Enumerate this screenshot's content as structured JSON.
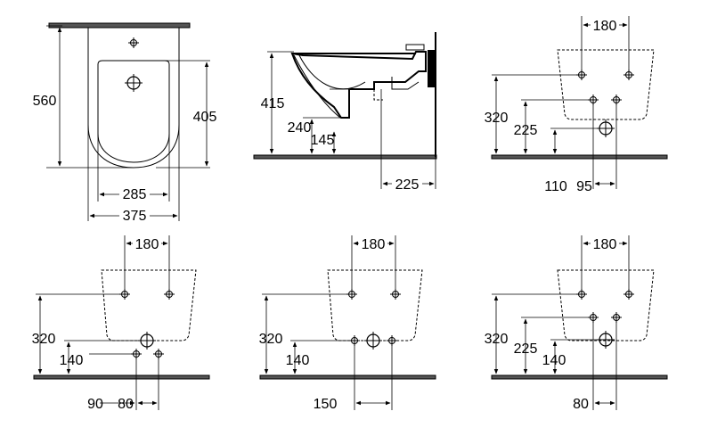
{
  "views": {
    "front": {
      "height_total": "560",
      "height_bowl": "405",
      "width_inner": "285",
      "width_outer": "375"
    },
    "side": {
      "height_rim": "415",
      "height_outlet": "240",
      "height_drain": "145",
      "depth_connection": "225"
    },
    "view3": {
      "spacing_top": "180",
      "height_top": "320",
      "height_mid": "225",
      "height_low": "110",
      "offset_right": "95"
    },
    "view4": {
      "spacing_top": "180",
      "height_top": "320",
      "height_low": "140",
      "offset_left": "90",
      "spacing_bottom": "80"
    },
    "view5": {
      "spacing_top": "180",
      "height_top": "320",
      "height_low": "140",
      "spacing_bottom": "150"
    },
    "view6": {
      "spacing_top": "180",
      "height_top": "320",
      "height_mid": "225",
      "height_low": "140",
      "spacing_bottom": "80"
    }
  }
}
